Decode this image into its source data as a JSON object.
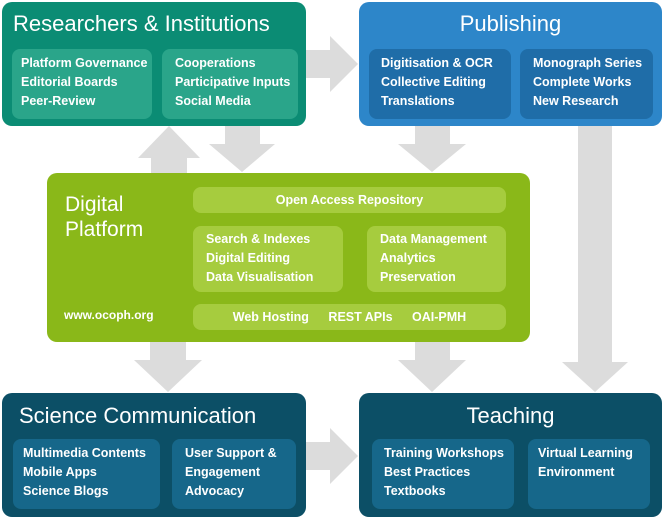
{
  "colors": {
    "researchers": "#0b8c74",
    "publishing": "#2d86c9",
    "platform": "#8ab819",
    "science_communication": "#0c4f66",
    "teaching": "#0c4f66",
    "arrow": "#dcdcdc"
  },
  "researchers": {
    "title": "Researchers & Institutions",
    "left_items": [
      "Platform Governance",
      "Editorial Boards",
      "Peer-Review"
    ],
    "right_items": [
      "Cooperations",
      "Participative Inputs",
      "Social Media"
    ]
  },
  "publishing": {
    "title": "Publishing",
    "left_items": [
      "Digitisation & OCR",
      "Collective Editing",
      "Translations"
    ],
    "right_items": [
      "Monograph Series",
      "Complete Works",
      "New Research"
    ]
  },
  "platform": {
    "title": "Digital Platform",
    "repository": "Open Access Repository",
    "left_items": [
      "Search & Indexes",
      "Digital Editing",
      "Data Visualisation"
    ],
    "right_items": [
      "Data Management",
      "Analytics",
      "Preservation"
    ],
    "url": "www.ocoph.org",
    "services": [
      "Web Hosting",
      "REST APIs",
      "OAI-PMH"
    ]
  },
  "science_communication": {
    "title": "Science Communication",
    "left_items": [
      "Multimedia Contents",
      "Mobile Apps",
      "Science Blogs"
    ],
    "right_items": [
      "User Support &",
      "Engagement",
      "Advocacy"
    ]
  },
  "teaching": {
    "title": "Teaching",
    "left_items": [
      "Training Workshops",
      "Best Practices",
      "Textbooks"
    ],
    "right_items": [
      "Virtual Learning",
      "Environment"
    ]
  }
}
